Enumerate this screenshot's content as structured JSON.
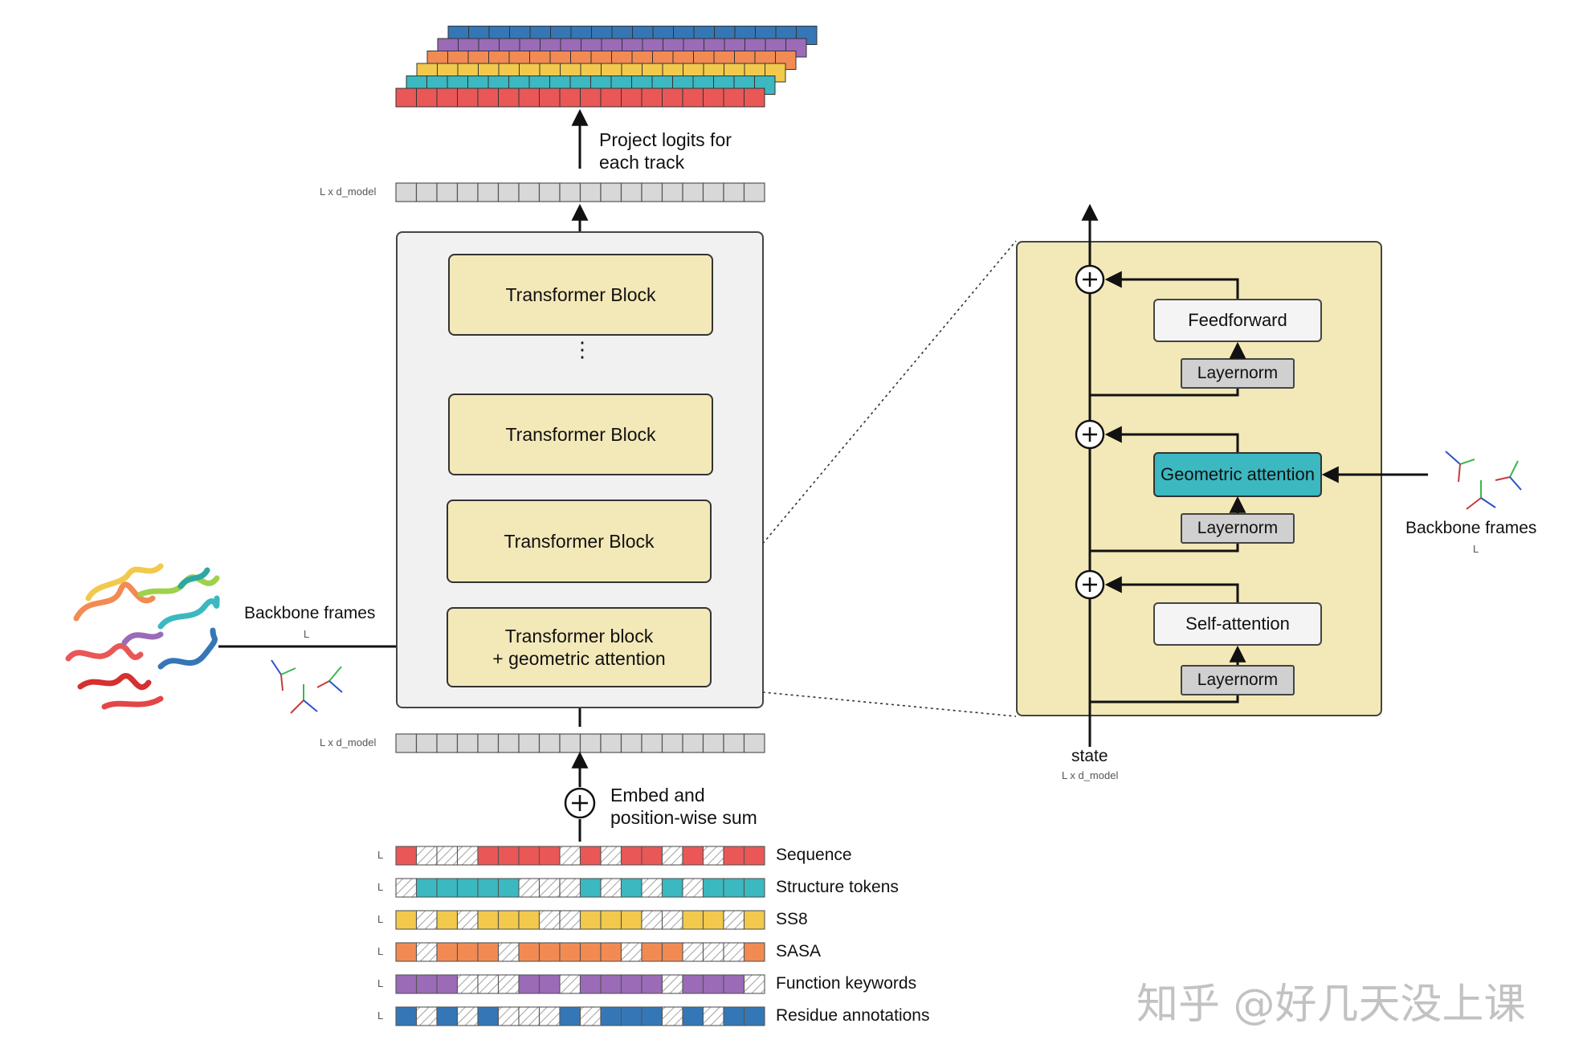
{
  "colors": {
    "red": "#ea5757",
    "orange": "#f28b53",
    "yellow": "#f2c94c",
    "teal": "#3bb8c0",
    "purple": "#9b6bb8",
    "blue": "#3577b6",
    "gray_cell": "#d8d8d8",
    "block_fill": "#f3e8b8",
    "panel_fill": "#f1f1f1"
  },
  "top": {
    "project_label": "Project logits for\neach track",
    "dim_label_top": "L x d_model",
    "dim_label_bottom": "L x d_model"
  },
  "stack": {
    "blocks": [
      "Transformer Block",
      "Transformer Block",
      "Transformer Block",
      "Transformer block\n+ geometric attention"
    ],
    "ellipsis": "⋮"
  },
  "left_input": {
    "protein_icon": "protein-structure-icon",
    "frames_label": "Backbone frames",
    "frames_sub": "L"
  },
  "embed": {
    "plus_symbol": "+",
    "label": "Embed and\nposition-wise sum"
  },
  "tracks": [
    {
      "name": "Sequence",
      "len_label": "L",
      "color": "#ea5757",
      "pattern": [
        1,
        0,
        0,
        0,
        1,
        1,
        1,
        1,
        0,
        1,
        0,
        1,
        1,
        0,
        1,
        0,
        1,
        1
      ]
    },
    {
      "name": "Structure tokens",
      "len_label": "L",
      "color": "#3bb8c0",
      "pattern": [
        0,
        1,
        1,
        1,
        1,
        1,
        0,
        0,
        0,
        1,
        0,
        1,
        0,
        1,
        0,
        1,
        1,
        1
      ]
    },
    {
      "name": "SS8",
      "len_label": "L",
      "color": "#f2c94c",
      "pattern": [
        1,
        0,
        1,
        0,
        1,
        1,
        1,
        0,
        0,
        1,
        1,
        1,
        0,
        0,
        1,
        1,
        0,
        1
      ]
    },
    {
      "name": "SASA",
      "len_label": "L",
      "color": "#f28b53",
      "pattern": [
        1,
        0,
        1,
        1,
        1,
        0,
        1,
        1,
        1,
        1,
        1,
        0,
        1,
        1,
        0,
        0,
        0,
        1
      ]
    },
    {
      "name": "Function keywords",
      "len_label": "L",
      "color": "#9b6bb8",
      "pattern": [
        1,
        1,
        1,
        0,
        0,
        0,
        1,
        1,
        0,
        1,
        1,
        1,
        1,
        0,
        1,
        1,
        1,
        0
      ]
    },
    {
      "name": "Residue annotations",
      "len_label": "L",
      "color": "#3577b6",
      "pattern": [
        1,
        0,
        1,
        0,
        1,
        0,
        0,
        0,
        1,
        0,
        1,
        1,
        1,
        0,
        1,
        0,
        1,
        1
      ]
    }
  ],
  "output_stack_colors": [
    "#3577b6",
    "#9b6bb8",
    "#f28b53",
    "#f2c94c",
    "#3bb8c0",
    "#ea5757"
  ],
  "detail": {
    "feedforward": "Feedforward",
    "layernorm_1": "Layernorm",
    "geometric_attention": "Geometric attention",
    "layernorm_2": "Layernorm",
    "self_attention": "Self-attention",
    "layernorm_3": "Layernorm",
    "plus_symbol": "+",
    "state_label": "state",
    "state_sub": "L x d_model",
    "right_frames_label": "Backbone frames",
    "right_frames_sub": "L"
  },
  "watermark": "知乎 @好几天没上课"
}
